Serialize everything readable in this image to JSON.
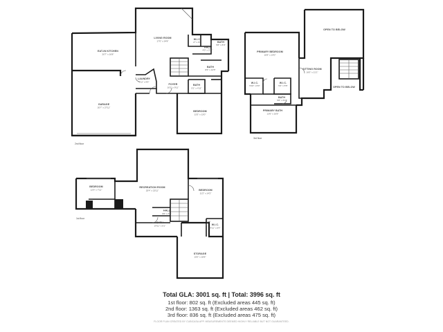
{
  "floors": [
    {
      "id": "2nd",
      "label": "2nd floor"
    },
    {
      "id": "3rd",
      "label": "3rd floor"
    },
    {
      "id": "1st",
      "label": "1st floor"
    }
  ],
  "rooms": {
    "eat_in_kitchen": {
      "name": "EAT-IN KITCHEN",
      "dims": "20'7\" x 16'8\""
    },
    "living_room": {
      "name": "LIVING ROOM",
      "dims": "17'0\" x 24'8\""
    },
    "wic_2nd": {
      "name": "W.I.C.",
      "dims": "4'* x 4'0\""
    },
    "bath_2nd_a": {
      "name": "BATH",
      "dims": "5'8\" x 8'3\""
    },
    "hall_2nd": {
      "name": "HALL",
      "dims": "4'0\" x 3'11\""
    },
    "laundry": {
      "name": "LAUNDRY",
      "dims": "6'11\" x 9'5\""
    },
    "bath_2nd_b": {
      "name": "BATH",
      "dims": "8'6\" x 12'5\""
    },
    "foyer": {
      "name": "FOYER",
      "dims": "10'3\" x 9'11\""
    },
    "bath_2nd_c": {
      "name": "BATH",
      "dims": "5'1\" x 4'11\""
    },
    "garage": {
      "name": "GARAGE",
      "dims": "20'7\" x 27'11\""
    },
    "bedroom_2nd": {
      "name": "BEDROOM",
      "dims": "13'3\" x 13'0\""
    },
    "open_to_below_1": {
      "name": "OPEN TO BELOW",
      "dims": ""
    },
    "primary_bedroom": {
      "name": "PRIMARY BEDROOM",
      "dims": "16'9\" x 14'0\""
    },
    "sitting_room": {
      "name": "SITTING ROOM",
      "dims": "16'0\" x 21'1\""
    },
    "wic_3rd_a": {
      "name": "W.I.C.",
      "dims": "5'10\" x 6'0\""
    },
    "wic_3rd_b": {
      "name": "W.I.C.",
      "dims": "5'4\" x 5'5\""
    },
    "open_to_below_2": {
      "name": "OPEN TO BELOW",
      "dims": ""
    },
    "bath_3rd": {
      "name": "BATH",
      "dims": "5'8\" x 6'1\""
    },
    "primary_bath": {
      "name": "PRIMARY BATH",
      "dims": "13'6\" x 10'8\""
    },
    "bedroom_1st_a": {
      "name": "BEDROOM",
      "dims": "12'9\" x 7'11\""
    },
    "recreation_room": {
      "name": "RECREATION ROOM",
      "dims": "25'4\" x 23'11\""
    },
    "bedroom_1st_b": {
      "name": "BEDROOM",
      "dims": "11'2\" x 14'2\""
    },
    "hall_1st": {
      "name": "HALL",
      "dims": "9'6\" x 3'0\""
    },
    "bath_1st": {
      "name": "BATH",
      "dims": "14'11\" x 6'1\""
    },
    "wic_1st": {
      "name": "W.I.C.",
      "dims": "4'11\" x 6'4\""
    },
    "storage": {
      "name": "STORAGE",
      "dims": "15'0\" x 18'8\""
    }
  },
  "summary": {
    "total": "Total GLA: 3001 sq. ft | Total: 3996 sq. ft",
    "line1": "1st floor: 802 sq. ft (Excluded areas 445 sq. ft)",
    "line2": "2nd floor: 1363 sq. ft (Excluded areas 462 sq. ft)",
    "line3": "3rd floor: 836 sq. ft (Excluded areas 475 sq. ft)"
  },
  "disclaimer": "FLOOR PLAN CREATED BY CUBICASA APP. MEASUREMENTS DEEMED HIGHLY RELIABLE BUT NOT GUARANTEED.",
  "colors": {
    "wall": "#1a1a1a",
    "thin": "#555555",
    "fill": "#ffffff"
  }
}
